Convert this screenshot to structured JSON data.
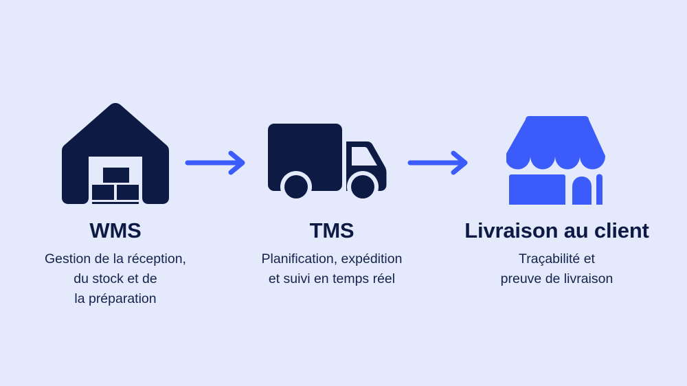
{
  "theme": {
    "background": "#e4eafb",
    "navy": "#0d1b44",
    "blue": "#3b5bfa",
    "text_navy": "#14224d"
  },
  "diagram": {
    "type": "process-flow",
    "orientation": "horizontal",
    "language": "fr",
    "steps": [
      {
        "id": "wms",
        "icon": "warehouse-icon",
        "icon_color": "#0d1b44",
        "title": "WMS",
        "description": "Gestion de la réception,\ndu stock et de\nla préparation"
      },
      {
        "id": "tms",
        "icon": "delivery-truck-icon",
        "icon_color": "#0d1b44",
        "title": "TMS",
        "description": "Planification, expédition\net suivi en temps réel"
      },
      {
        "id": "livraison",
        "icon": "storefront-icon",
        "icon_color": "#3b5bfa",
        "title": "Livraison au client",
        "description": "Traçabilité et\npreuve de livraison"
      }
    ],
    "connectors": [
      {
        "id": "arrow-wms-to-tms",
        "icon": "arrow-right-icon",
        "color": "#3b5bfa"
      },
      {
        "id": "arrow-tms-to-livraison",
        "icon": "arrow-right-icon",
        "color": "#3b5bfa"
      }
    ]
  }
}
